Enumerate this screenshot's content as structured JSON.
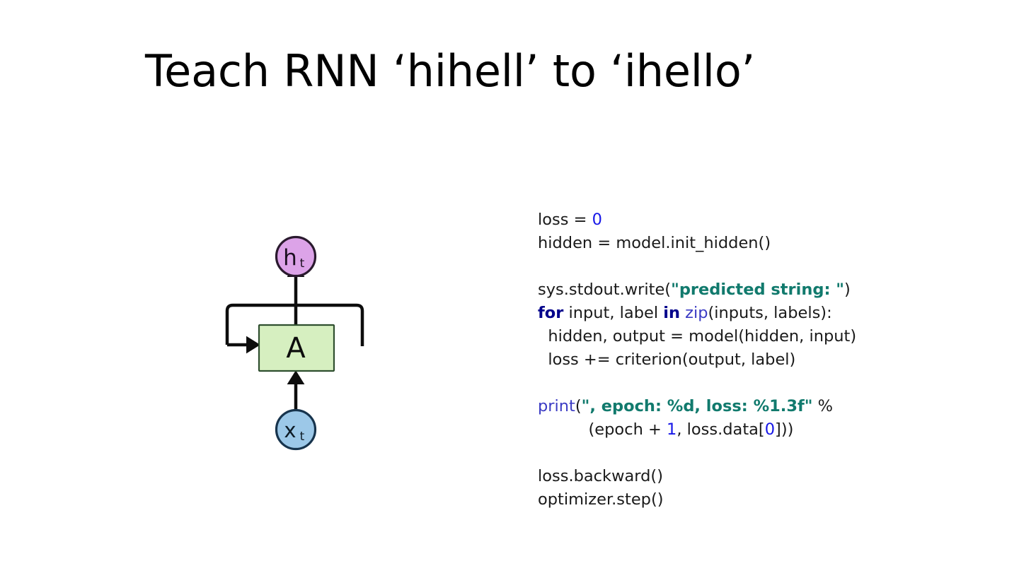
{
  "slide": {
    "title": "Teach RNN ‘hihell’ to ‘ihello’",
    "background_color": "#ffffff"
  },
  "diagram": {
    "name": "rnn-unrolled-cell",
    "output_node": {
      "label": "h",
      "subscript": "t",
      "fill": "#DCA3E8",
      "stroke": "#1a1a1a",
      "shape": "circle"
    },
    "cell_node": {
      "label": "A",
      "fill": "#D6EFC0",
      "stroke": "#2f4f2f",
      "shape": "rect"
    },
    "input_node": {
      "label": "x",
      "subscript": "t",
      "fill": "#9CC8E8",
      "stroke": "#1b3a55",
      "shape": "circle"
    },
    "edges": [
      {
        "from": "input_node",
        "to": "cell_node",
        "style": "arrow-up"
      },
      {
        "from": "cell_node",
        "to": "output_node",
        "style": "arrow-up"
      },
      {
        "from": "cell_node",
        "to": "cell_node",
        "style": "recurrent-loop"
      }
    ]
  },
  "code": {
    "language": "python",
    "colors": {
      "number": "#1717E8",
      "string": "#117A6D",
      "keyword": "#00008B",
      "builtin": "#3B3BC4",
      "plain": "#1a1a1a"
    },
    "lines": [
      {
        "id": "line-1",
        "indent": 0,
        "tokens": [
          {
            "t": "plain",
            "v": "loss = "
          },
          {
            "t": "number",
            "v": "0"
          }
        ]
      },
      {
        "id": "line-2",
        "indent": 0,
        "tokens": [
          {
            "t": "plain",
            "v": "hidden = model.init_hidden()"
          }
        ]
      },
      {
        "id": "line-3",
        "indent": 0,
        "tokens": []
      },
      {
        "id": "line-4",
        "indent": 0,
        "tokens": [
          {
            "t": "plain",
            "v": "sys.stdout.write("
          },
          {
            "t": "string",
            "v": "\"predicted string: \""
          },
          {
            "t": "plain",
            "v": ")"
          }
        ]
      },
      {
        "id": "line-5",
        "indent": 0,
        "tokens": [
          {
            "t": "keyword",
            "v": "for"
          },
          {
            "t": "plain",
            "v": " input, label "
          },
          {
            "t": "keyword",
            "v": "in"
          },
          {
            "t": "plain",
            "v": " "
          },
          {
            "t": "builtin",
            "v": "zip"
          },
          {
            "t": "plain",
            "v": "(inputs, labels):"
          }
        ]
      },
      {
        "id": "line-6",
        "indent": 1,
        "tokens": [
          {
            "t": "plain",
            "v": "hidden, output = model(hidden, input)"
          }
        ]
      },
      {
        "id": "line-7",
        "indent": 1,
        "tokens": [
          {
            "t": "plain",
            "v": "loss += criterion(output, label)"
          }
        ]
      },
      {
        "id": "line-8",
        "indent": 0,
        "tokens": []
      },
      {
        "id": "line-9",
        "indent": 0,
        "tokens": [
          {
            "t": "builtin",
            "v": "print"
          },
          {
            "t": "plain",
            "v": "("
          },
          {
            "t": "string",
            "v": "\", epoch: %d, loss: %1.3f\""
          },
          {
            "t": "plain",
            "v": " %"
          }
        ]
      },
      {
        "id": "line-10",
        "indent": 5,
        "tokens": [
          {
            "t": "plain",
            "v": "(epoch + "
          },
          {
            "t": "number",
            "v": "1"
          },
          {
            "t": "plain",
            "v": ", loss.data["
          },
          {
            "t": "number",
            "v": "0"
          },
          {
            "t": "plain",
            "v": "]))"
          }
        ]
      },
      {
        "id": "line-11",
        "indent": 0,
        "tokens": []
      },
      {
        "id": "line-12",
        "indent": 0,
        "tokens": [
          {
            "t": "plain",
            "v": "loss.backward()"
          }
        ]
      },
      {
        "id": "line-13",
        "indent": 0,
        "tokens": [
          {
            "t": "plain",
            "v": "optimizer.step()"
          }
        ]
      }
    ]
  }
}
